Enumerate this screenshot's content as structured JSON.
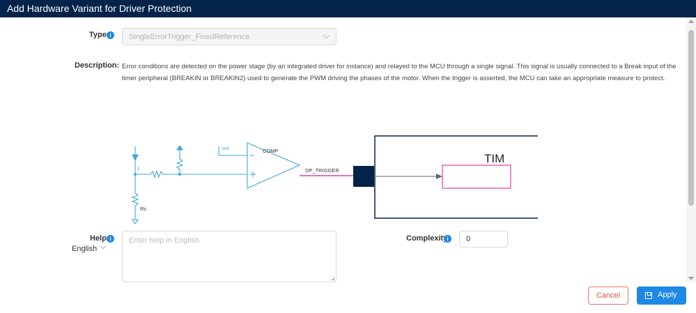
{
  "window": {
    "title": "Add Hardware Variant for Driver Protection"
  },
  "form": {
    "type_label": "Type",
    "type_value": "SingleErrorTrigger_FixedReference",
    "description_label": "Description:",
    "description_text": "Error conditions are detected on the power stage (by an integrated driver for instance) and relayed to the MCU through a single signal. This signal is usually connected to a Break input of the timer peripheral (BREAKIN or BREAKIN2) used to generate the PWM driving the phases of the motor. When the trigger is asserted, the MCU can take an appropriate measure to protect.",
    "help_label": "Help",
    "help_placeholder": "Enter help in English",
    "language_value": "English",
    "complexity_label": "Complexity",
    "complexity_value": "0"
  },
  "diagram": {
    "vref_label": "Vref",
    "comp_label": "COMP",
    "signal_label": "DP_TRIGGER",
    "tim_label": "TIM",
    "current_label": "i",
    "shunt_label": "Rs",
    "minus_sign": "−",
    "plus_sign": "+",
    "colors": {
      "wiring": "#3fa7dc",
      "signal": "#e040a0",
      "frame": "#03234b"
    }
  },
  "footer": {
    "cancel_label": "Cancel",
    "apply_label": "Apply"
  },
  "icons": [
    "info-icon",
    "chevron-down-icon",
    "save-icon"
  ]
}
